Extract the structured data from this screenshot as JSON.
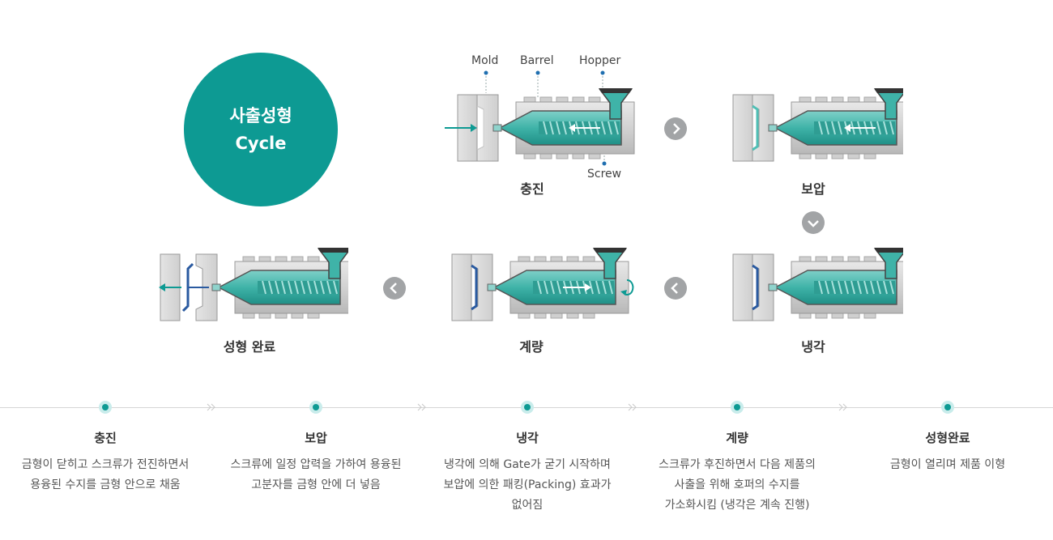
{
  "cycle": {
    "line1": "사출성형",
    "line2": "Cycle"
  },
  "parts": {
    "mold": "Mold",
    "barrel": "Barrel",
    "hopper": "Hopper",
    "screw": "Screw"
  },
  "stages": {
    "fill": "충진",
    "hold": "보압",
    "cool": "냉각",
    "meter": "계량",
    "done": "성형 완료"
  },
  "steps": [
    {
      "title": "충진",
      "desc": "금형이 닫히고 스크류가 전진하면서\n용융된 수지를 금형 안으로 채움"
    },
    {
      "title": "보압",
      "desc": "스크류에 일정 압력을 가하여 용융된\n고분자를 금형 안에 더 넣음"
    },
    {
      "title": "냉각",
      "desc": "냉각에 의해 Gate가 굳기 시작하며\n보압에 의한 패킹(Packing) 효과가\n없어짐"
    },
    {
      "title": "계량",
      "desc": "스크류가 후진하면서 다음 제품의\n사출을 위해  호퍼의 수지를\n가소화시킴 (냉각은 계속 진행)"
    },
    {
      "title": "성형완료",
      "desc": "금형이 열리며 제품 이형"
    }
  ],
  "colors": {
    "teal": "#0d9a93",
    "gray_button": "#a2a4a6",
    "mold_blue": "#2a5aa0"
  }
}
